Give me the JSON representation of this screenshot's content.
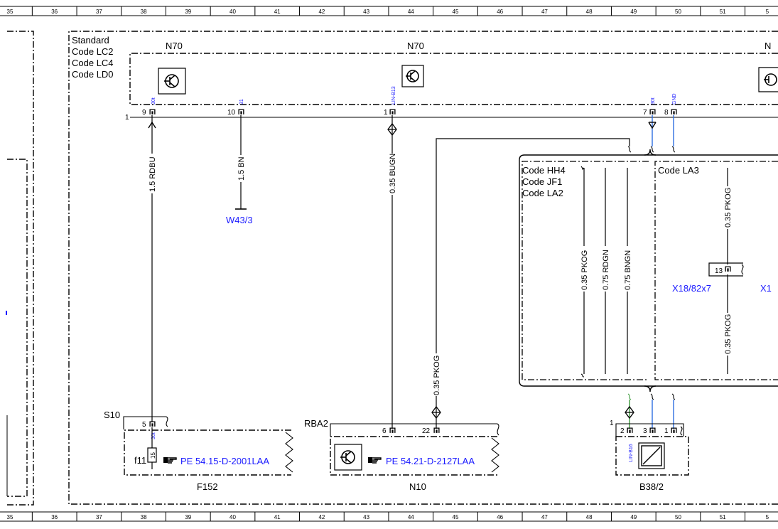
{
  "ruler": {
    "columns": [
      "35",
      "36",
      "37",
      "38",
      "39",
      "40",
      "41",
      "42",
      "43",
      "44",
      "45",
      "46",
      "47",
      "48",
      "49",
      "50",
      "51",
      "5"
    ]
  },
  "colors": {
    "line": "#000000",
    "ref_blue": "#1a1aff",
    "wire_blue": "#2f6fe0",
    "wire_green": "#3c9b3c"
  },
  "codes": {
    "standard": [
      "Standard",
      "Code LC2",
      "Code LC4",
      "Code LD0"
    ],
    "hh4": [
      "Code HH4",
      "Code JF1",
      "Code LA2"
    ],
    "la3": [
      "Code LA3"
    ]
  },
  "n70": {
    "labels": [
      "N70",
      "N70",
      "N"
    ],
    "connector": "1",
    "pins": [
      {
        "num": "9",
        "fn": "30t"
      },
      {
        "num": "10",
        "fn": "31"
      },
      {
        "num": "1",
        "fn": "LIN-B13"
      },
      {
        "num": "7",
        "fn": "30t"
      },
      {
        "num": "8",
        "fn": "GND"
      }
    ]
  },
  "wires": {
    "w1": "1.5 RDBU",
    "w2": "1.5 BN",
    "w3": "0.35 BUGN",
    "w4": "0.35 PKOG",
    "w5": "0.35 PKOG",
    "w6": "0.75 RDGN",
    "w7": "0.75 BNGN",
    "w8": "0.35 PKOG",
    "w9": "0.35 PKOG"
  },
  "ground": {
    "ref": "W43/3"
  },
  "x18": {
    "pin": "13",
    "ref": "X18/82x7",
    "ref2": "X1"
  },
  "f152": {
    "connector": "S10",
    "pin": "5",
    "pin_fn": "30t",
    "fuse": "f11",
    "fuse_num": "15",
    "see_ref": "PE 54.15-D-2001LAA",
    "name": "F152"
  },
  "n10": {
    "connector": "RBA2",
    "pins": [
      "6",
      "22"
    ],
    "see_ref": "PE 54.21-D-2127LAA",
    "name": "N10"
  },
  "b38": {
    "connector": "1",
    "pins": [
      "2",
      "3",
      "1"
    ],
    "pin_fn": "LIN-B16",
    "name": "B38/2"
  },
  "icons": [
    "transistor-module-icon",
    "see-reference-hand-icon",
    "sensor-icon"
  ]
}
